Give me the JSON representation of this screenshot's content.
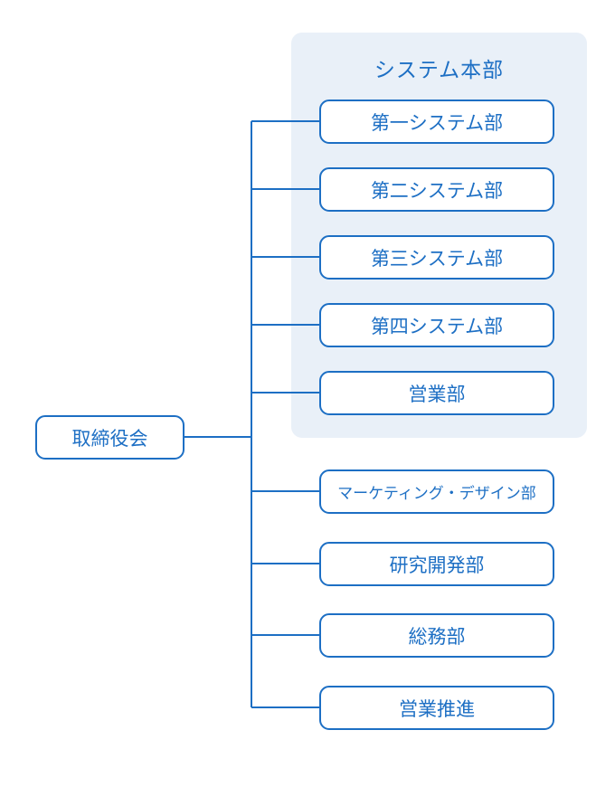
{
  "root": {
    "label": "取締役会"
  },
  "group": {
    "title": "システム本部"
  },
  "departments": [
    {
      "label": "第一システム部"
    },
    {
      "label": "第二システム部"
    },
    {
      "label": "第三システム部"
    },
    {
      "label": "第四システム部"
    },
    {
      "label": "営業部"
    },
    {
      "label": "マーケティング・デザイン部"
    },
    {
      "label": "研究開発部"
    },
    {
      "label": "総務部"
    },
    {
      "label": "営業推進"
    }
  ],
  "colors": {
    "accent": "#1d6fc4",
    "group_background": "#e9f0f8",
    "node_background": "#ffffff"
  }
}
